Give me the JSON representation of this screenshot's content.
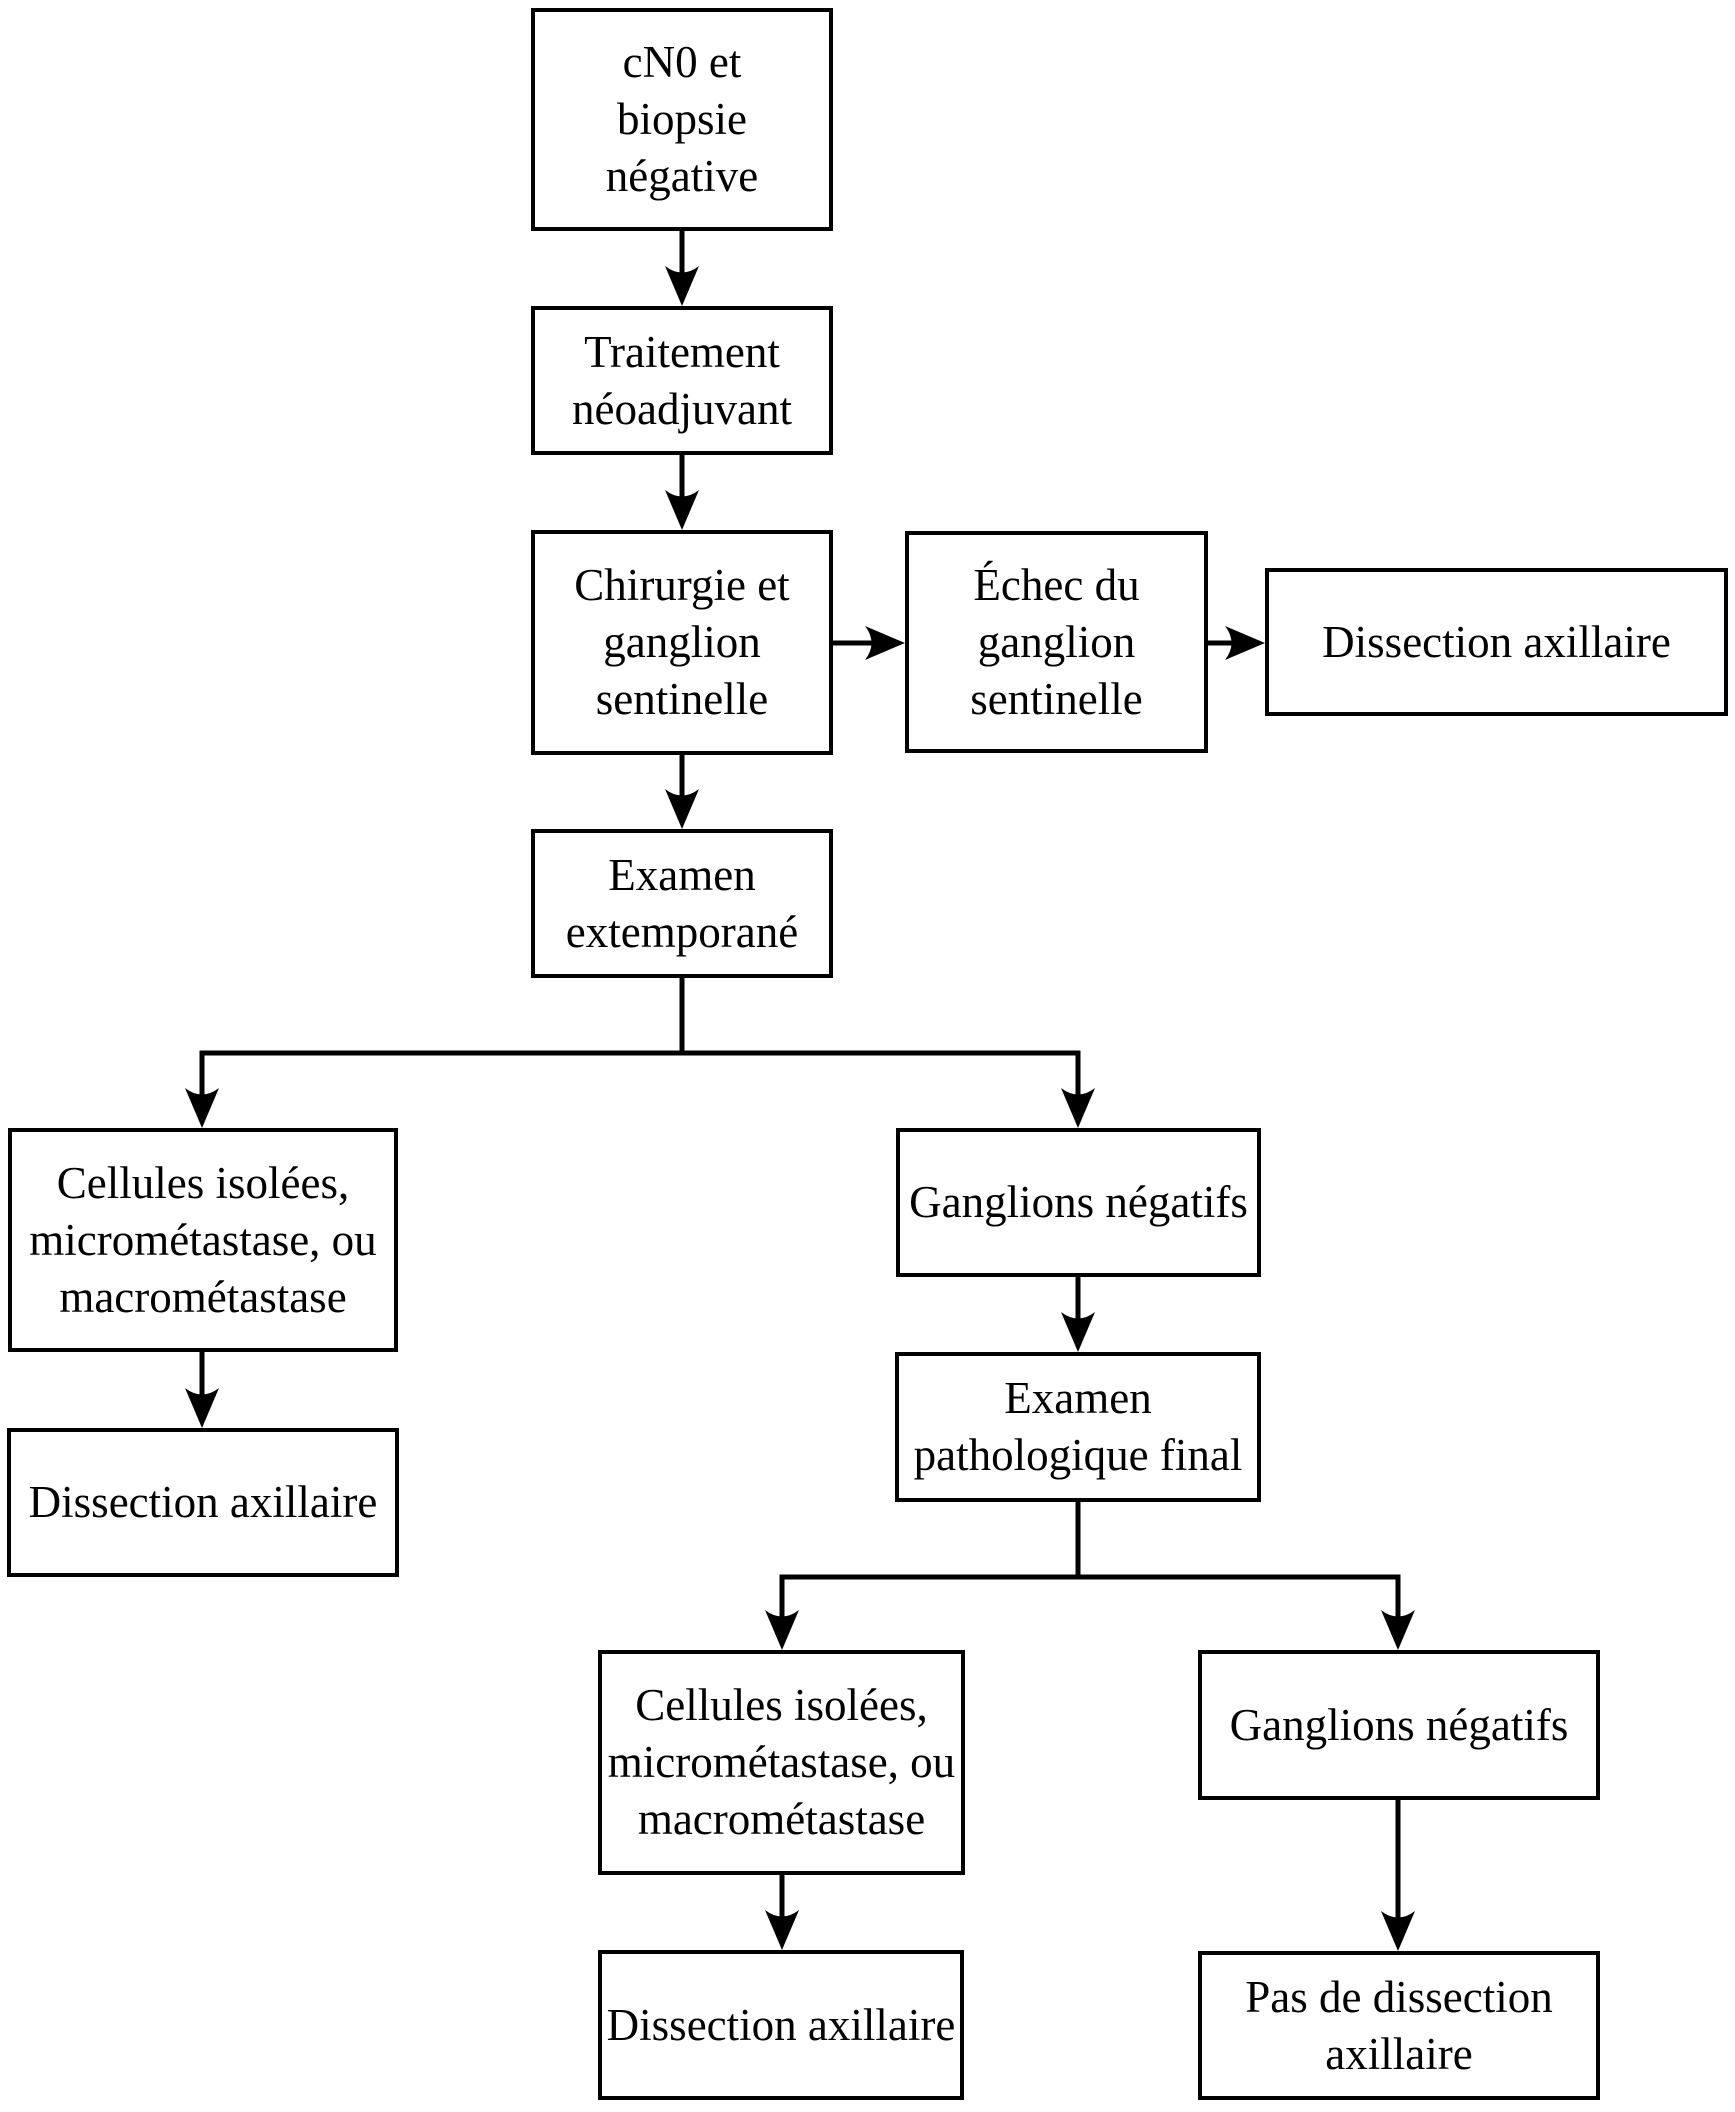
{
  "diagram_type": "flowchart",
  "language": "fr",
  "colors": {
    "line": "#000000",
    "box_border": "#000000",
    "box_background": "#ffffff",
    "text": "#000000",
    "page_background": "#ffffff"
  },
  "nodes": {
    "cn0": "cN0 et\nbiopsie\nnégative",
    "traitement": "Traitement\nnéoadjuvant",
    "chirurgie": "Chirurgie et\nganglion\nsentinelle",
    "echec": "Échec du\nganglion\nsentinelle",
    "dissection_top_right": "Dissection axillaire",
    "examen_extemporane": "Examen\nextemporané",
    "cellules_1": "Cellules isolées,\nmicrométastase, ou\nmacrométastase",
    "dissection_left": "Dissection axillaire",
    "ganglions_negatifs_1": "Ganglions négatifs",
    "examen_pathologique": "Examen\npathologique final",
    "cellules_2": "Cellules isolées,\nmicrométastase, ou\nmacrométastase",
    "dissection_bottom": "Dissection axillaire",
    "ganglions_negatifs_2": "Ganglions négatifs",
    "pas_de_dissection": "Pas de dissection\naxillaire"
  }
}
